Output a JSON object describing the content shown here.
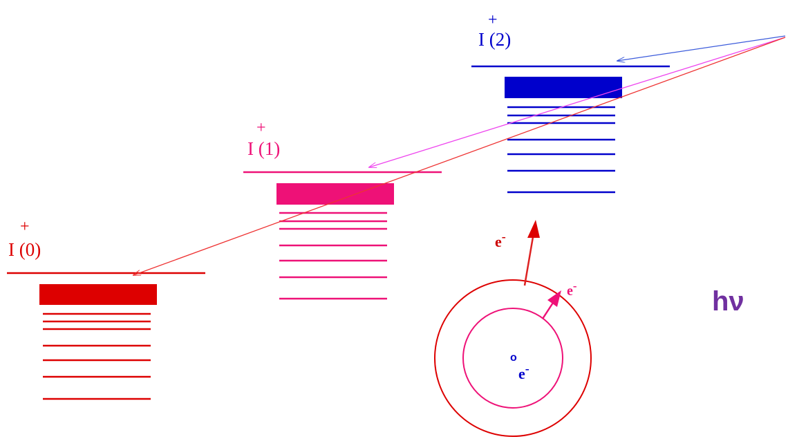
{
  "colors": {
    "level0": "#dd0000",
    "level1": "#ee1177",
    "level2": "#0000cc",
    "inner_shell": "#ee1177",
    "outer_shell": "#dd0000",
    "photon_text": "#7030a0",
    "blue_arrow": "#3b5bdb",
    "magenta_arrow": "#ee44ee",
    "red_arrow": "#ee3333"
  },
  "levels": {
    "level0": {
      "ion_sign": "+",
      "label": "I (0)"
    },
    "level1": {
      "ion_sign": "+",
      "label": "I (1)"
    },
    "level2": {
      "ion_sign": "+",
      "label": "I (2)"
    }
  },
  "electrons": {
    "outer": "e",
    "inner": "e",
    "core": "e",
    "charge": "-",
    "core_marker": "o"
  },
  "photon": {
    "label": "hν"
  }
}
